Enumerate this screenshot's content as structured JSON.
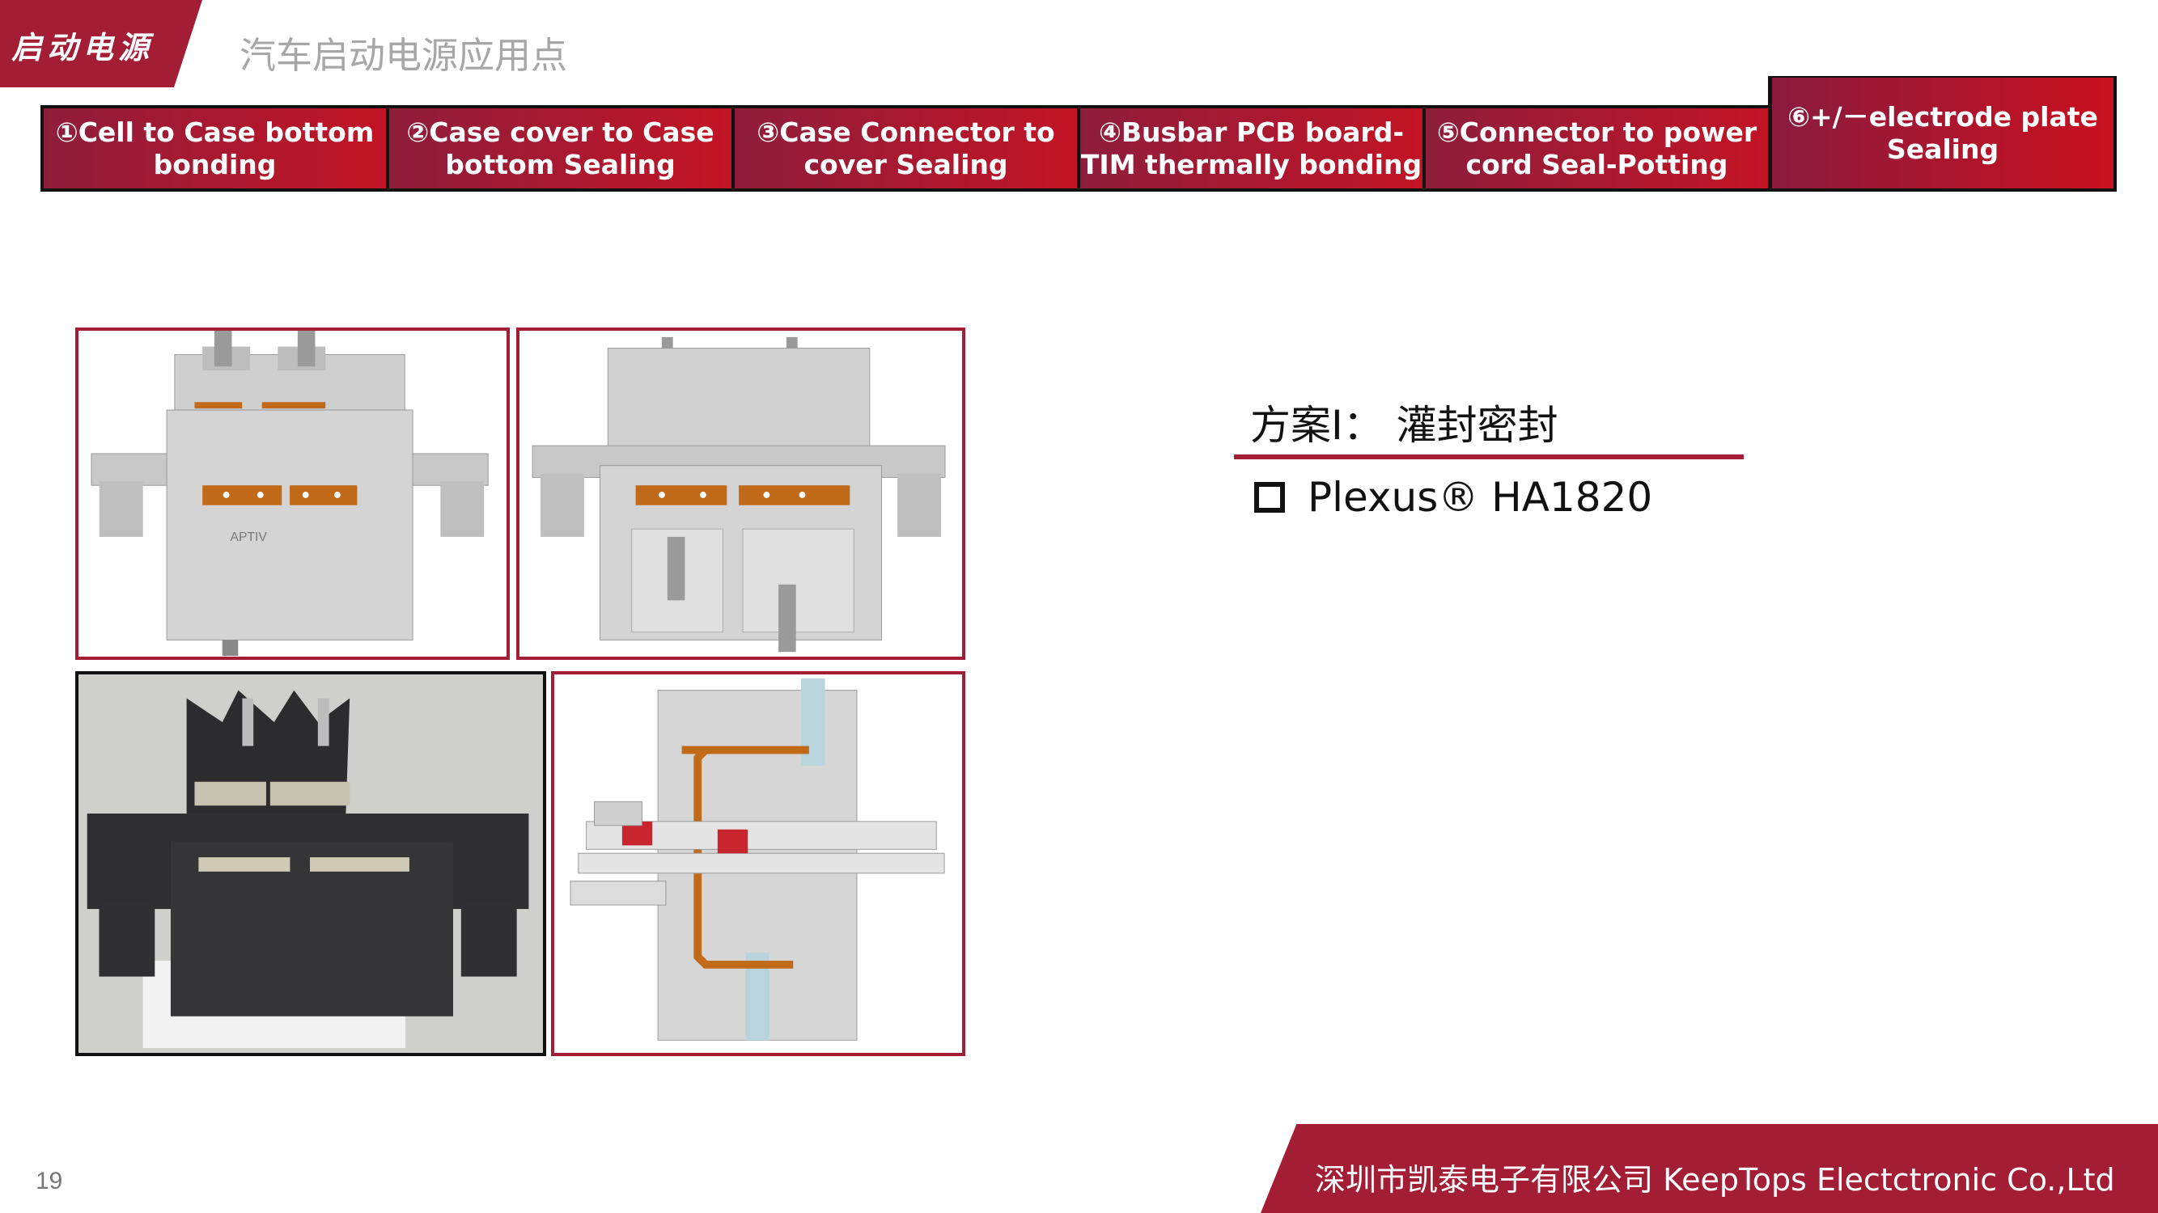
{
  "header": {
    "badge": "启动电源",
    "subtitle": "汽车启动电源应用点"
  },
  "tabs": [
    {
      "label": "①Cell to Case bottom bonding"
    },
    {
      "label": "②Case cover to Case bottom Sealing"
    },
    {
      "label": "③Case Connector to cover Sealing"
    },
    {
      "label": "④Busbar PCB board-TIM thermally bonding"
    },
    {
      "label": "⑤Connector to  power cord Seal-Potting"
    },
    {
      "label": "⑥+/－electrode plate Sealing",
      "active": true
    }
  ],
  "images": {
    "marking": "APTIV"
  },
  "scheme": {
    "title": "方案Ⅰ：  灌封密封",
    "product": "Plexus® HA1820"
  },
  "footer": {
    "page_number": "19",
    "company": "深圳市凯泰电子有限公司 KeepTops Electctronic Co.,Ltd"
  },
  "colors": {
    "brand": "#a31d35",
    "tab_gradient_start": "#8e1d3c",
    "tab_gradient_end": "#c21425"
  }
}
